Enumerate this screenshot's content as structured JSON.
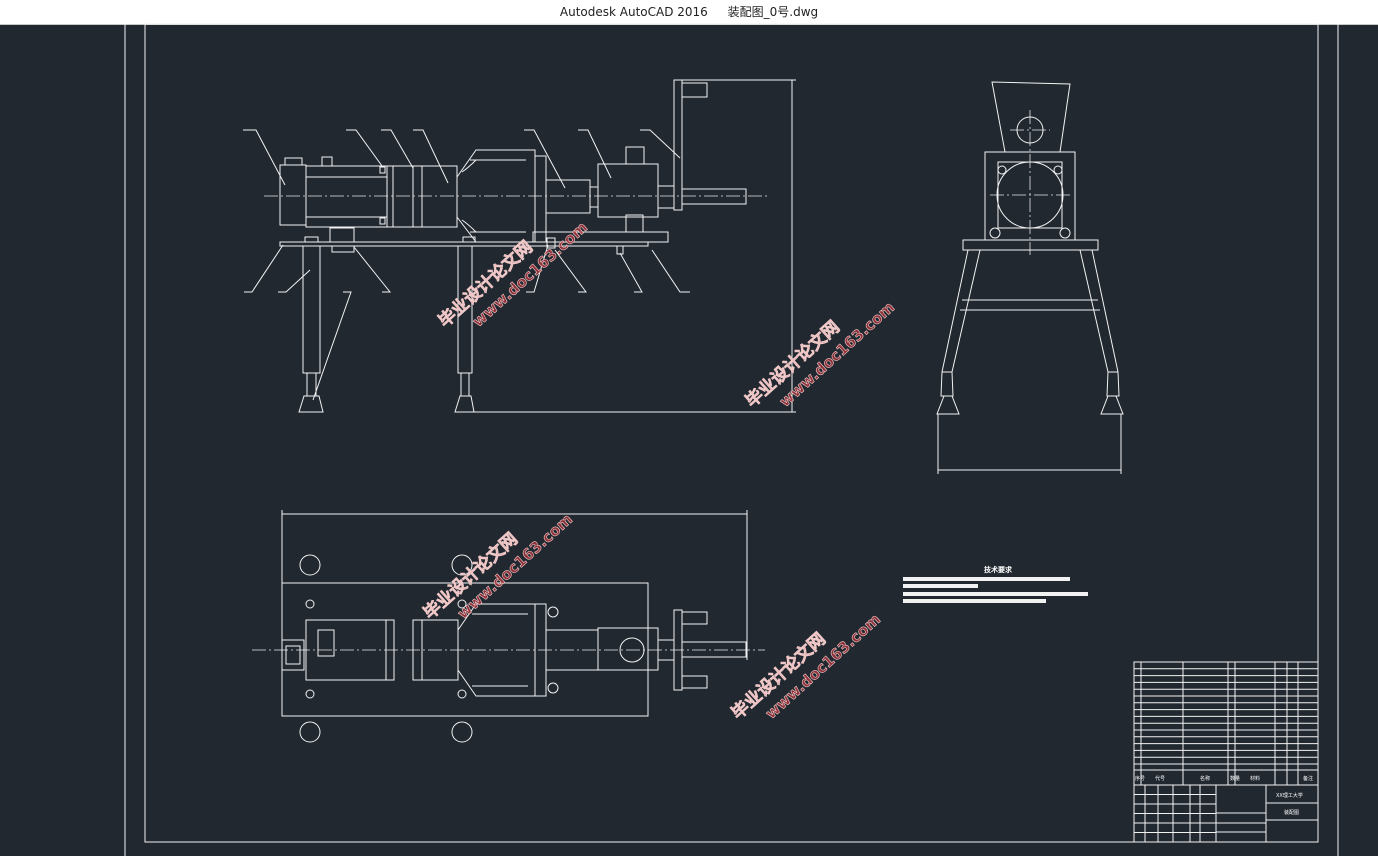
{
  "window": {
    "app_title": "Autodesk AutoCAD 2016",
    "file_name": "装配图_0号.dwg"
  },
  "watermark": {
    "site_name": "毕业设计论文网",
    "url": "www.doc163.com"
  },
  "notes": {
    "title": "技术要求"
  },
  "parts_list": {
    "headers": [
      "序号",
      "代号",
      "名称",
      "数量",
      "材料",
      "备注"
    ]
  },
  "title_block": {
    "school": "XX理工大学",
    "drawing_name": "装配图"
  },
  "colors": {
    "background": "#212830",
    "lines": "#f2f2f2",
    "watermark": "#b3363e"
  }
}
